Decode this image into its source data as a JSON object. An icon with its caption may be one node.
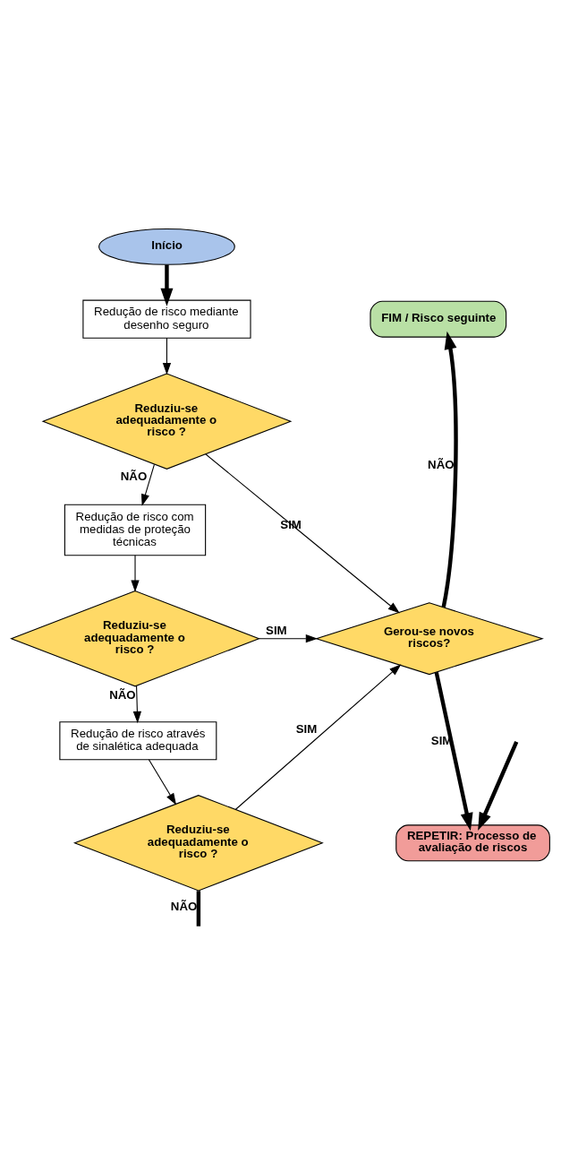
{
  "diagram": {
    "nodes": [
      {
        "text": [
          "Início"
        ]
      },
      {
        "text": [
          "Redução de risco mediante desenho seguro"
        ]
      },
      {
        "text": [
          "Reduziu-se adequadamente o risco ?"
        ]
      },
      {
        "text": [
          "Redução de risco com medidas de proteção técnicas"
        ]
      },
      {
        "text": [
          "Reduziu-se adequadamente o risco ?"
        ]
      },
      {
        "text": [
          "Redução de risco através de sinalética adequada"
        ]
      },
      {
        "text": [
          "Reduziu-se adequadamente o risco ?"
        ]
      },
      {
        "text": [
          "FIM / Risco seguinte"
        ]
      },
      {
        "text": [
          "Gerou-se novos riscos?"
        ]
      },
      {
        "text": [
          "REPETIR: Processo de avaliação de riscos"
        ]
      }
    ],
    "edges": [
      {
        "from": 0,
        "to": 1,
        "arrow": "to",
        "style": "thick"
      },
      {
        "from": 1,
        "to": 2,
        "arrow": "to"
      },
      {
        "from": 2,
        "to": 3,
        "arrow": "to",
        "label": "NÃO"
      },
      {
        "from": 3,
        "to": 4,
        "arrow": "to"
      },
      {
        "from": 4,
        "to": 5,
        "arrow": "to",
        "label": "NÃO"
      },
      {
        "from": 5,
        "to": 6,
        "arrow": "to"
      },
      {
        "from": 6,
        "to": null,
        "arrow": "none",
        "label": "NÃO",
        "style": "thick"
      },
      {
        "from": 2,
        "to": 8,
        "arrow": "to",
        "label": "SIM"
      },
      {
        "from": 4,
        "to": 8,
        "arrow": "to",
        "label": "SIM"
      },
      {
        "from": 6,
        "to": 8,
        "arrow": "to",
        "label": "SIM"
      },
      {
        "from": 8,
        "to": 7,
        "arrow": "to",
        "label": "NÃO",
        "style": "thick"
      },
      {
        "from": 8,
        "to": 9,
        "arrow": "to",
        "label": "SIM",
        "style": "thick"
      },
      {
        "from": null,
        "to": 9,
        "arrow": "to",
        "style": "thick"
      }
    ]
  }
}
